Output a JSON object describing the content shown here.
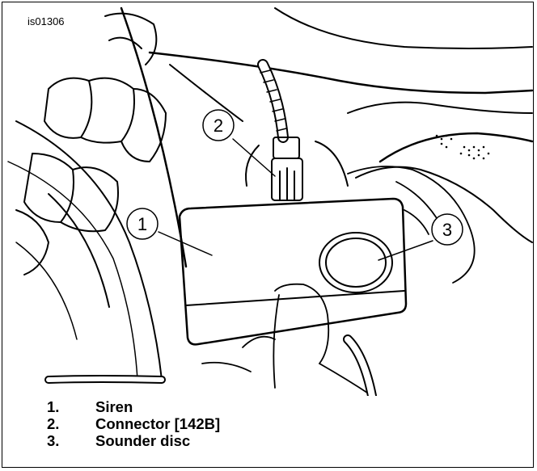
{
  "figure_id": "is01306",
  "callouts": [
    {
      "number": "1"
    },
    {
      "number": "2"
    },
    {
      "number": "3"
    }
  ],
  "legend": [
    {
      "number": "1.",
      "label": "Siren"
    },
    {
      "number": "2.",
      "label": "Connector [142B]"
    },
    {
      "number": "3.",
      "label": "Sounder disc"
    }
  ]
}
